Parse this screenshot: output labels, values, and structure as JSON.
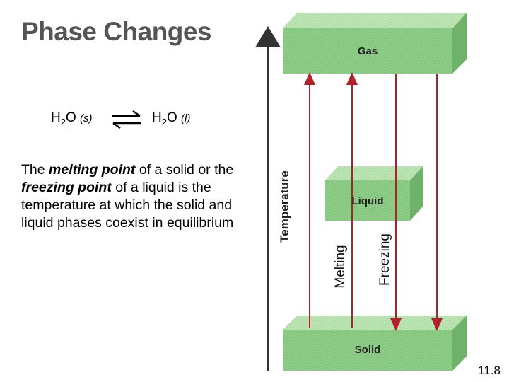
{
  "slide": {
    "title": "Phase Changes",
    "number": "11.8"
  },
  "equation": {
    "left_formula": "H",
    "left_sub": "2",
    "left_rest": "O",
    "left_state": "(s)",
    "right_formula": "H",
    "right_sub": "2",
    "right_rest": "O",
    "right_state": "(l)"
  },
  "description": {
    "part1": "The ",
    "term1": "melting point",
    "part2": " of a solid or the ",
    "term2": "freezing point",
    "part3": " of a liquid is the temperature at which the solid and liquid phases coexist in equilibrium"
  },
  "diagram": {
    "axis_label": "Temperature",
    "boxes": {
      "gas": "Gas",
      "liquid": "Liquid",
      "solid": "Solid"
    },
    "arrows": {
      "melting": "Melting",
      "freezing": "Freezing"
    },
    "colors": {
      "box_front": "#8fcf8a",
      "box_top": "#bfe6b6",
      "box_side": "#6fb36a",
      "arrow": "#b3202a"
    }
  }
}
